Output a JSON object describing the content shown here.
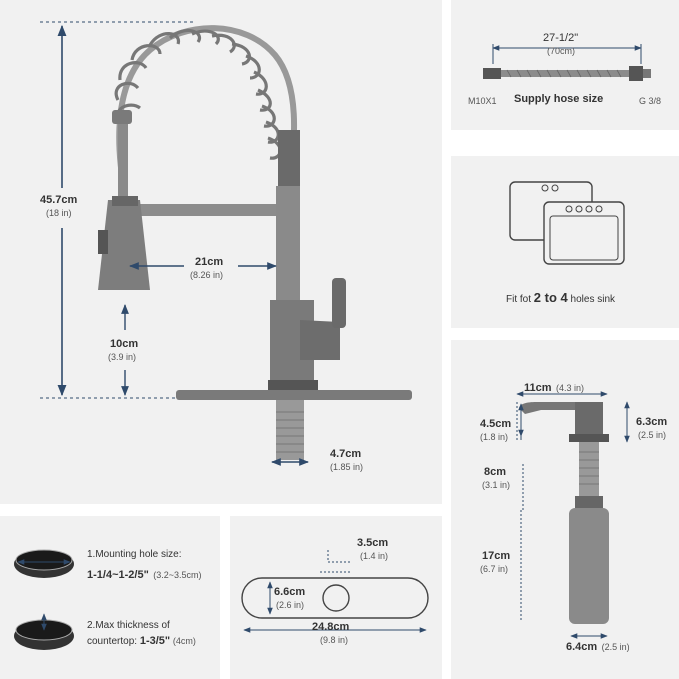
{
  "faucet": {
    "height_cm": "45.7cm",
    "height_in": "(18 in)",
    "reach_cm": "21cm",
    "reach_in": "(8.26 in)",
    "spout_cm": "10cm",
    "spout_in": "(3.9 in)",
    "shank_cm": "4.7cm",
    "shank_in": "(1.85 in)"
  },
  "hose": {
    "length": "27-1/2\"",
    "length_metric": "(70cm)",
    "left_fit": "M10X1",
    "right_fit": "G 3/8",
    "title": "Supply hose size"
  },
  "sink": {
    "caption_pre": "Fit fot",
    "caption_bold": "2 to 4",
    "caption_post": "holes sink"
  },
  "dispenser": {
    "width_cm": "11cm",
    "width_in": "(4.3 in)",
    "spout_cm": "4.5cm",
    "spout_in": "(1.8 in)",
    "head_cm": "6.3cm",
    "head_in": "(2.5 in)",
    "neck_cm": "8cm",
    "neck_in": "(3.1 in)",
    "bottle_cm": "17cm",
    "bottle_in": "(6.7 in)",
    "dia_cm": "6.4cm",
    "dia_in": "(2.5 in)"
  },
  "mounting": {
    "hole_title": "1.Mounting hole size:",
    "hole_size": "1-1/4~1-2/5\"",
    "hole_metric": "(3.2~3.5cm)",
    "thick_title": "2.Max thickness of",
    "thick_pre": "countertop:",
    "thick_size": "1-3/5\"",
    "thick_metric": "(4cm)"
  },
  "plate": {
    "hole_cm": "3.5cm",
    "hole_in": "(1.4 in)",
    "height_cm": "6.6cm",
    "height_in": "(2.6 in)",
    "length_cm": "24.8cm",
    "length_in": "(9.8 in)"
  },
  "colors": {
    "panel": "#f1f1f1",
    "dim_line": "#2f4a6b",
    "text": "#333333",
    "metal": "#6b6b6b"
  }
}
